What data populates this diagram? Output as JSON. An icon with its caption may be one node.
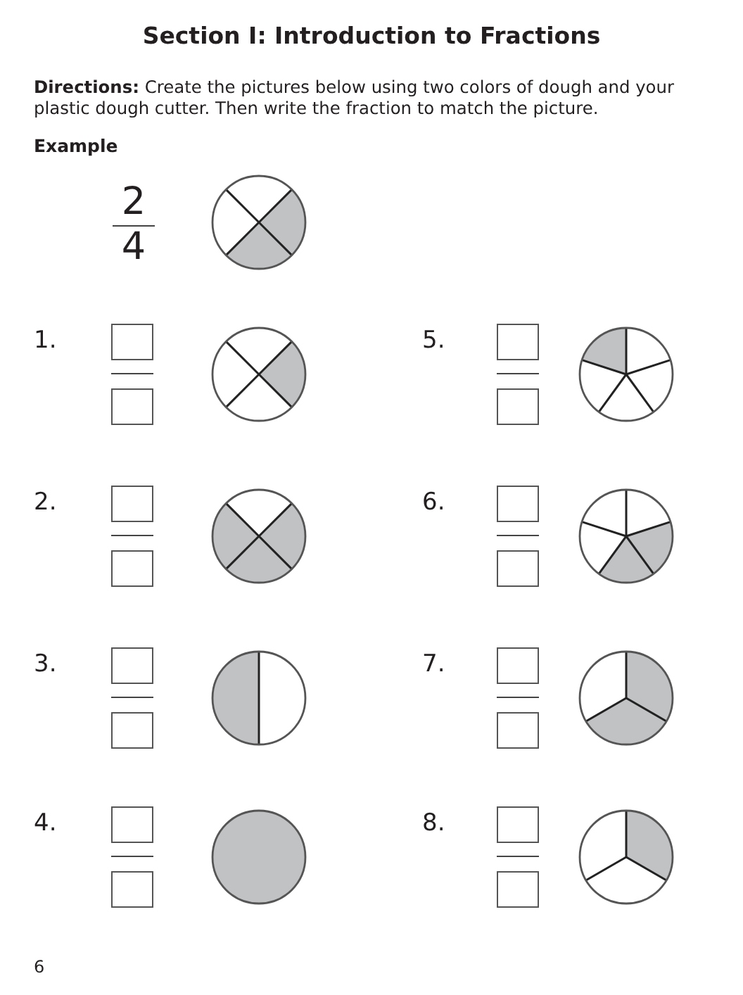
{
  "diagram": {
    "title": "Section I: Introduction to Fractions",
    "labels": [
      "**Directions:** Create the pictures below using two colors of dough and your plastic dough cutter. Then write the fraction to match the picture.",
      "Example",
      "2",
      "4",
      "1.",
      "5.",
      "2.",
      "6.",
      "3.",
      "7.",
      "4.",
      "8.",
      "6"
    ]
  }
}
